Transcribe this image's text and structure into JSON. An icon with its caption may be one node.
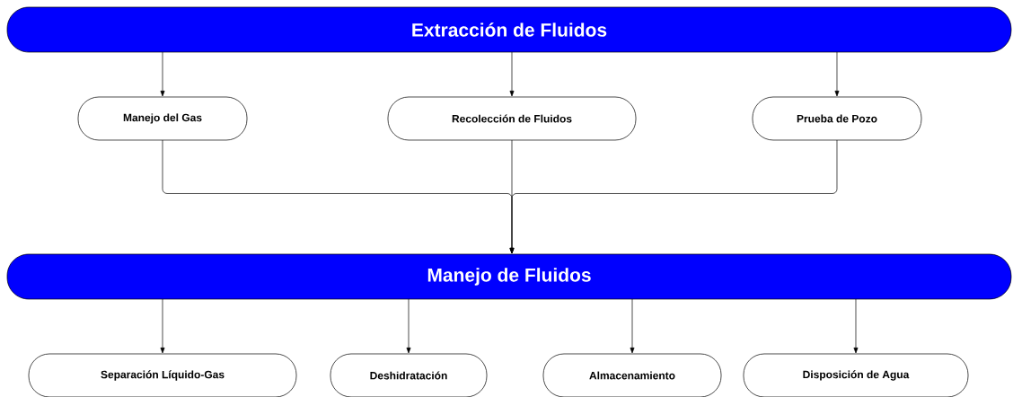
{
  "diagram": {
    "nodes": [
      {
        "text": [
          "Extracción de Fluidos"
        ]
      },
      {
        "text": [
          "Manejo del Gas"
        ]
      },
      {
        "text": [
          "Recolección de Fluidos"
        ]
      },
      {
        "text": [
          "Prueba de Pozo"
        ]
      },
      {
        "text": [
          "Manejo de Fluidos"
        ]
      },
      {
        "text": [
          "Separación Líquido-Gas"
        ]
      },
      {
        "text": [
          "Deshidratación"
        ]
      },
      {
        "text": [
          "Almacenamiento"
        ]
      },
      {
        "text": [
          "Disposición de Agua"
        ]
      }
    ],
    "edges": [
      {
        "from": 0,
        "to": 1,
        "arrow": "to"
      },
      {
        "from": 0,
        "to": 2,
        "arrow": "to"
      },
      {
        "from": 0,
        "to": 3,
        "arrow": "to"
      },
      {
        "from": 1,
        "to": 4,
        "arrow": "to"
      },
      {
        "from": 2,
        "to": 4,
        "arrow": "to"
      },
      {
        "from": 3,
        "to": 4,
        "arrow": "to"
      },
      {
        "from": 4,
        "to": 5,
        "arrow": "to"
      },
      {
        "from": 4,
        "to": 6,
        "arrow": "to"
      },
      {
        "from": 4,
        "to": 7,
        "arrow": "to"
      },
      {
        "from": 4,
        "to": 8,
        "arrow": "to"
      }
    ]
  }
}
